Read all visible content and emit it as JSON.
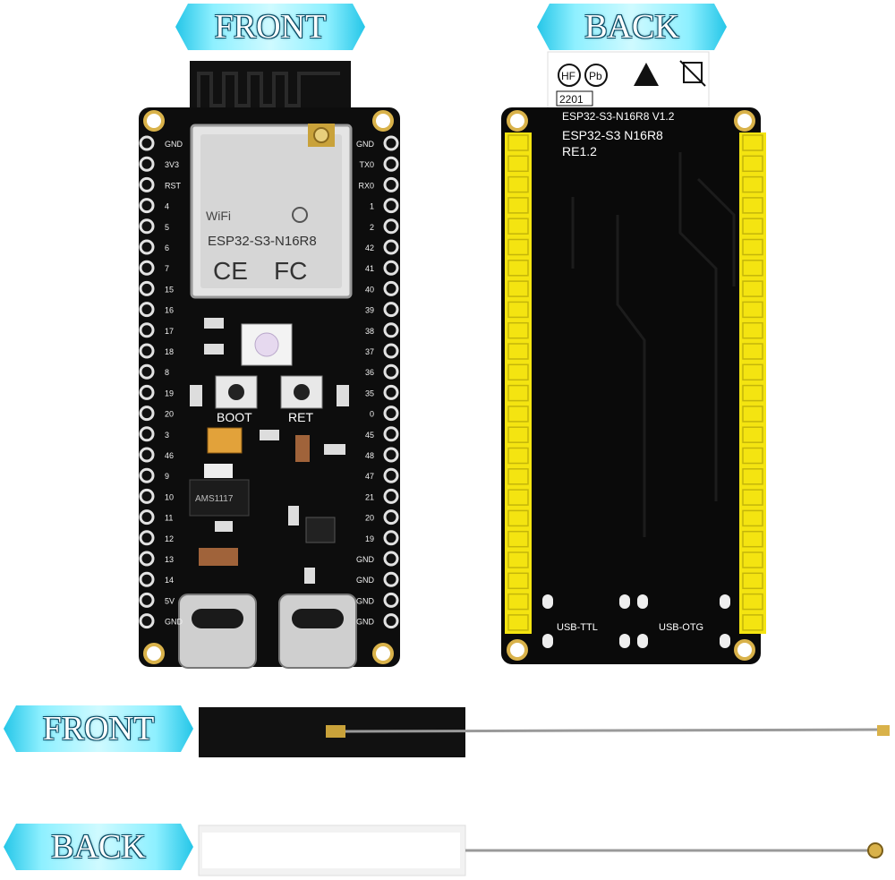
{
  "labels": {
    "front_top": "FRONT",
    "back_top": "BACK",
    "front_antenna": "FRONT",
    "back_antenna": "BACK"
  },
  "front_board": {
    "module_wifi": "WiFi",
    "module_model": "ESP32-S3-N16R8",
    "module_ce": "CE",
    "module_fc": "FC",
    "boot_label": "BOOT",
    "reset_label": "RET",
    "regulator_text": "AMS1117",
    "left_pins": [
      "GND",
      "3V3",
      "RST",
      "4",
      "5",
      "6",
      "7",
      "15",
      "16",
      "17",
      "18",
      "8",
      "19",
      "20",
      "3",
      "46",
      "9",
      "10",
      "11",
      "12",
      "13",
      "14",
      "5V",
      "GND"
    ],
    "right_pins": [
      "GND",
      "TX0",
      "RX0",
      "1",
      "2",
      "42",
      "41",
      "40",
      "39",
      "38",
      "37",
      "36",
      "35",
      "0",
      "45",
      "48",
      "47",
      "21",
      "20",
      "19",
      "GND",
      "GND",
      "GND",
      "GND"
    ]
  },
  "back_board": {
    "code": "2201",
    "model_version": "ESP32-S3-N16R8 V1.2",
    "model_line2": "ESP32-S3 N16R8",
    "revision": "RE1.2",
    "hf_mark": "HF",
    "pb_mark": "Pb",
    "usb_ttl": "USB-TTL",
    "usb_otg": "USB-OTG"
  },
  "colors": {
    "pcb": "#0d0d0d",
    "header_yellow": "#f4e411",
    "tag_cyan": "#8ef0ff",
    "gold": "#c9a23a"
  }
}
